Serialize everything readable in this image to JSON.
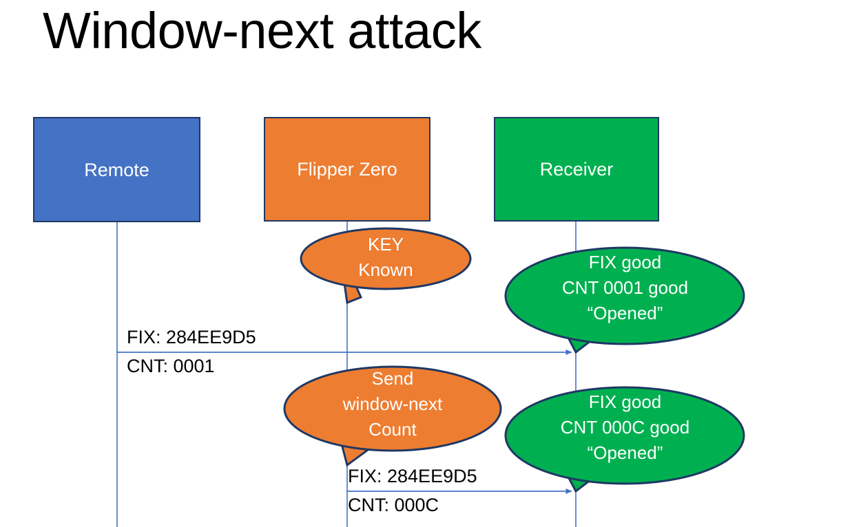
{
  "slide": {
    "title": "Window-next attack",
    "background_color": "#FFFFFF"
  },
  "colors": {
    "remote_blue": "#4472C4",
    "flipper_orange": "#ED7D31",
    "receiver_green": "#00B050",
    "outline_navy": "#1F3864",
    "line_blue": "#4472C4",
    "text_white": "#FFFFFF",
    "text_black": "#000000"
  },
  "actors": [
    {
      "id": "remote",
      "label": "Remote",
      "color": "#4472C4"
    },
    {
      "id": "flipper",
      "label": "Flipper Zero",
      "color": "#ED7D31"
    },
    {
      "id": "receiver",
      "label": "Receiver",
      "color": "#00B050"
    }
  ],
  "callouts": [
    {
      "id": "key-known",
      "owner": "flipper",
      "color": "#ED7D31",
      "lines": [
        "KEY",
        "Known"
      ],
      "text": "KEY\nKnown"
    },
    {
      "id": "fix-good-1",
      "owner": "receiver",
      "color": "#00B050",
      "lines": [
        "FIX good",
        "CNT 0001 good",
        "“Opened”"
      ],
      "text": "FIX good\nCNT 0001 good\n“Opened”"
    },
    {
      "id": "send-window-next",
      "owner": "flipper",
      "color": "#ED7D31",
      "lines": [
        "Send",
        "window-next",
        "Count"
      ],
      "text": "Send\nwindow-next\nCount"
    },
    {
      "id": "fix-good-2",
      "owner": "receiver",
      "color": "#00B050",
      "lines": [
        "FIX good",
        "CNT 000C good",
        "“Opened”"
      ],
      "text": "FIX good\nCNT 000C good\n“Opened”"
    }
  ],
  "messages": [
    {
      "id": "msg1",
      "from": "remote",
      "to": "receiver",
      "fix_label": "FIX: 284EE9D5",
      "cnt_label": "CNT: 0001"
    },
    {
      "id": "msg2",
      "from": "flipper",
      "to": "receiver",
      "fix_label": "FIX: 284EE9D5",
      "cnt_label": "CNT: 000C"
    }
  ]
}
